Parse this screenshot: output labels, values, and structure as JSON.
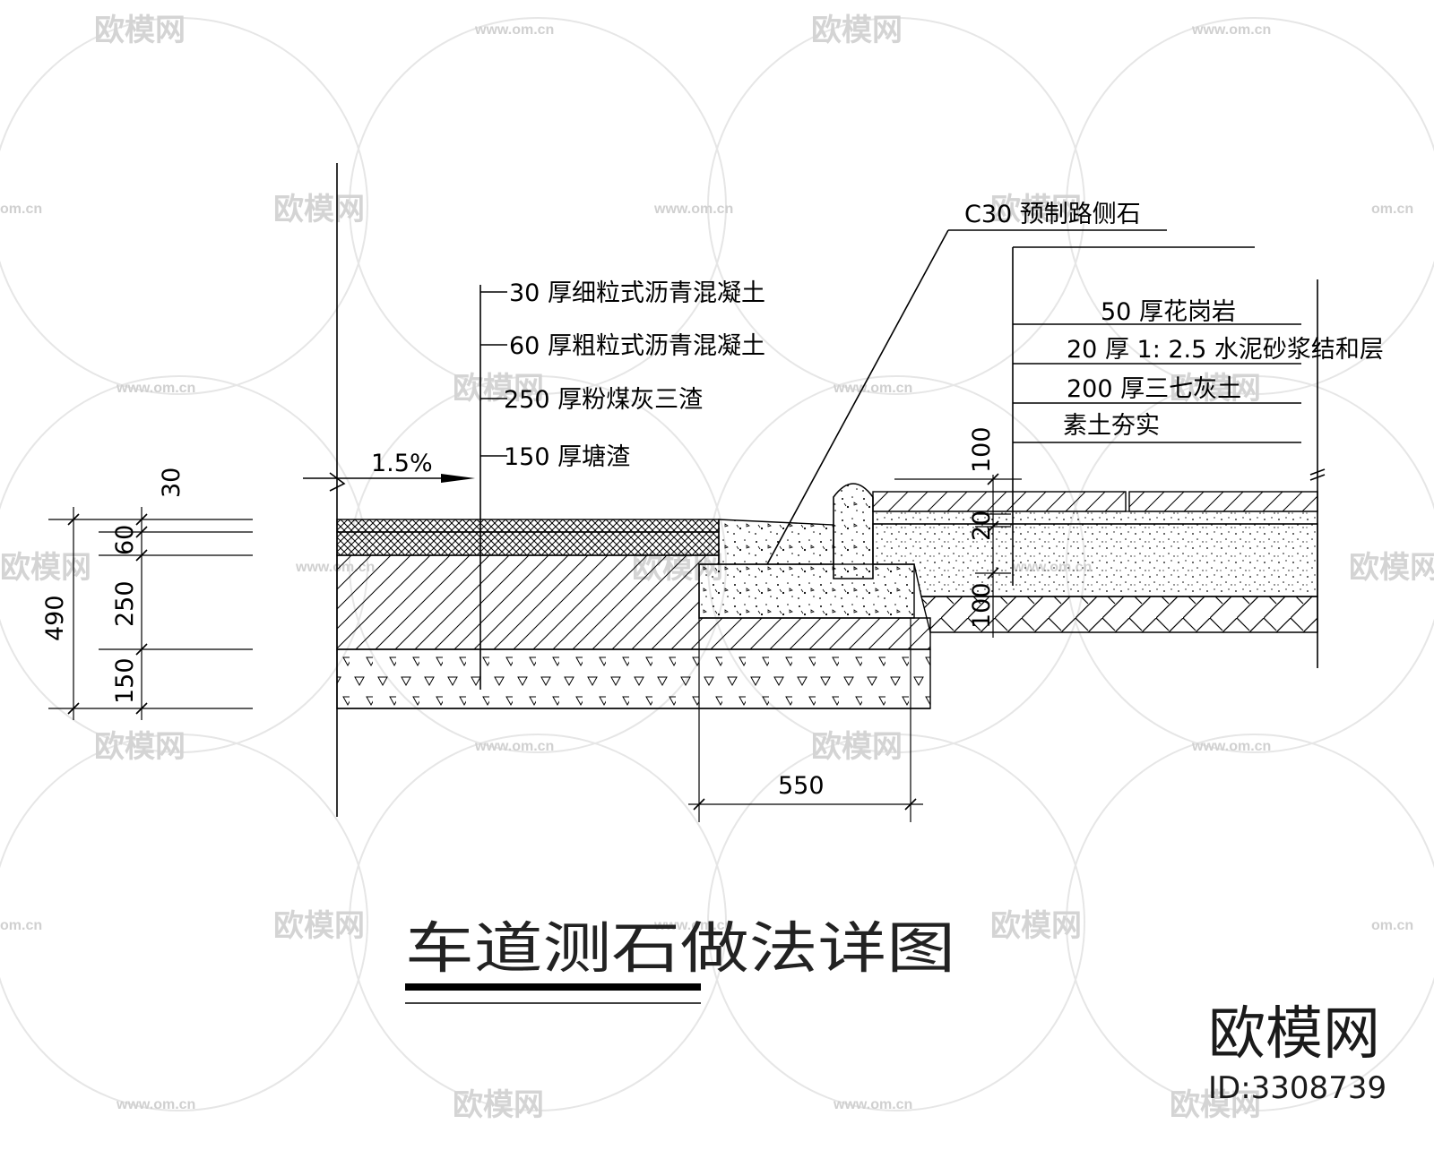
{
  "watermark": {
    "brand": "欧模网",
    "site": "www.om.cn",
    "site_short": "om.cn"
  },
  "logo": {
    "text": "欧模网",
    "id": "ID:3308739"
  },
  "title": "车道测石做法详图",
  "road_layers": [
    "30 厚细粒式沥青混凝土",
    "60 厚粗粒式沥青混凝土",
    "250 厚粉煤灰三渣",
    "150 厚塘渣"
  ],
  "slope": "1.5%",
  "curb_label": "C30 预制路侧石",
  "sidewalk_layers": [
    "50 厚花岗岩",
    "20 厚 1: 2.5 水泥砂浆结和层",
    "200 厚三七灰土",
    "素土夯实"
  ],
  "dimensions": {
    "layer_30": "30",
    "layer_60": "60",
    "layer_250": "250",
    "layer_150": "150",
    "total_490": "490",
    "curb_550": "550",
    "curb_height_100": "100",
    "step_20": "20",
    "base_100": "100"
  }
}
